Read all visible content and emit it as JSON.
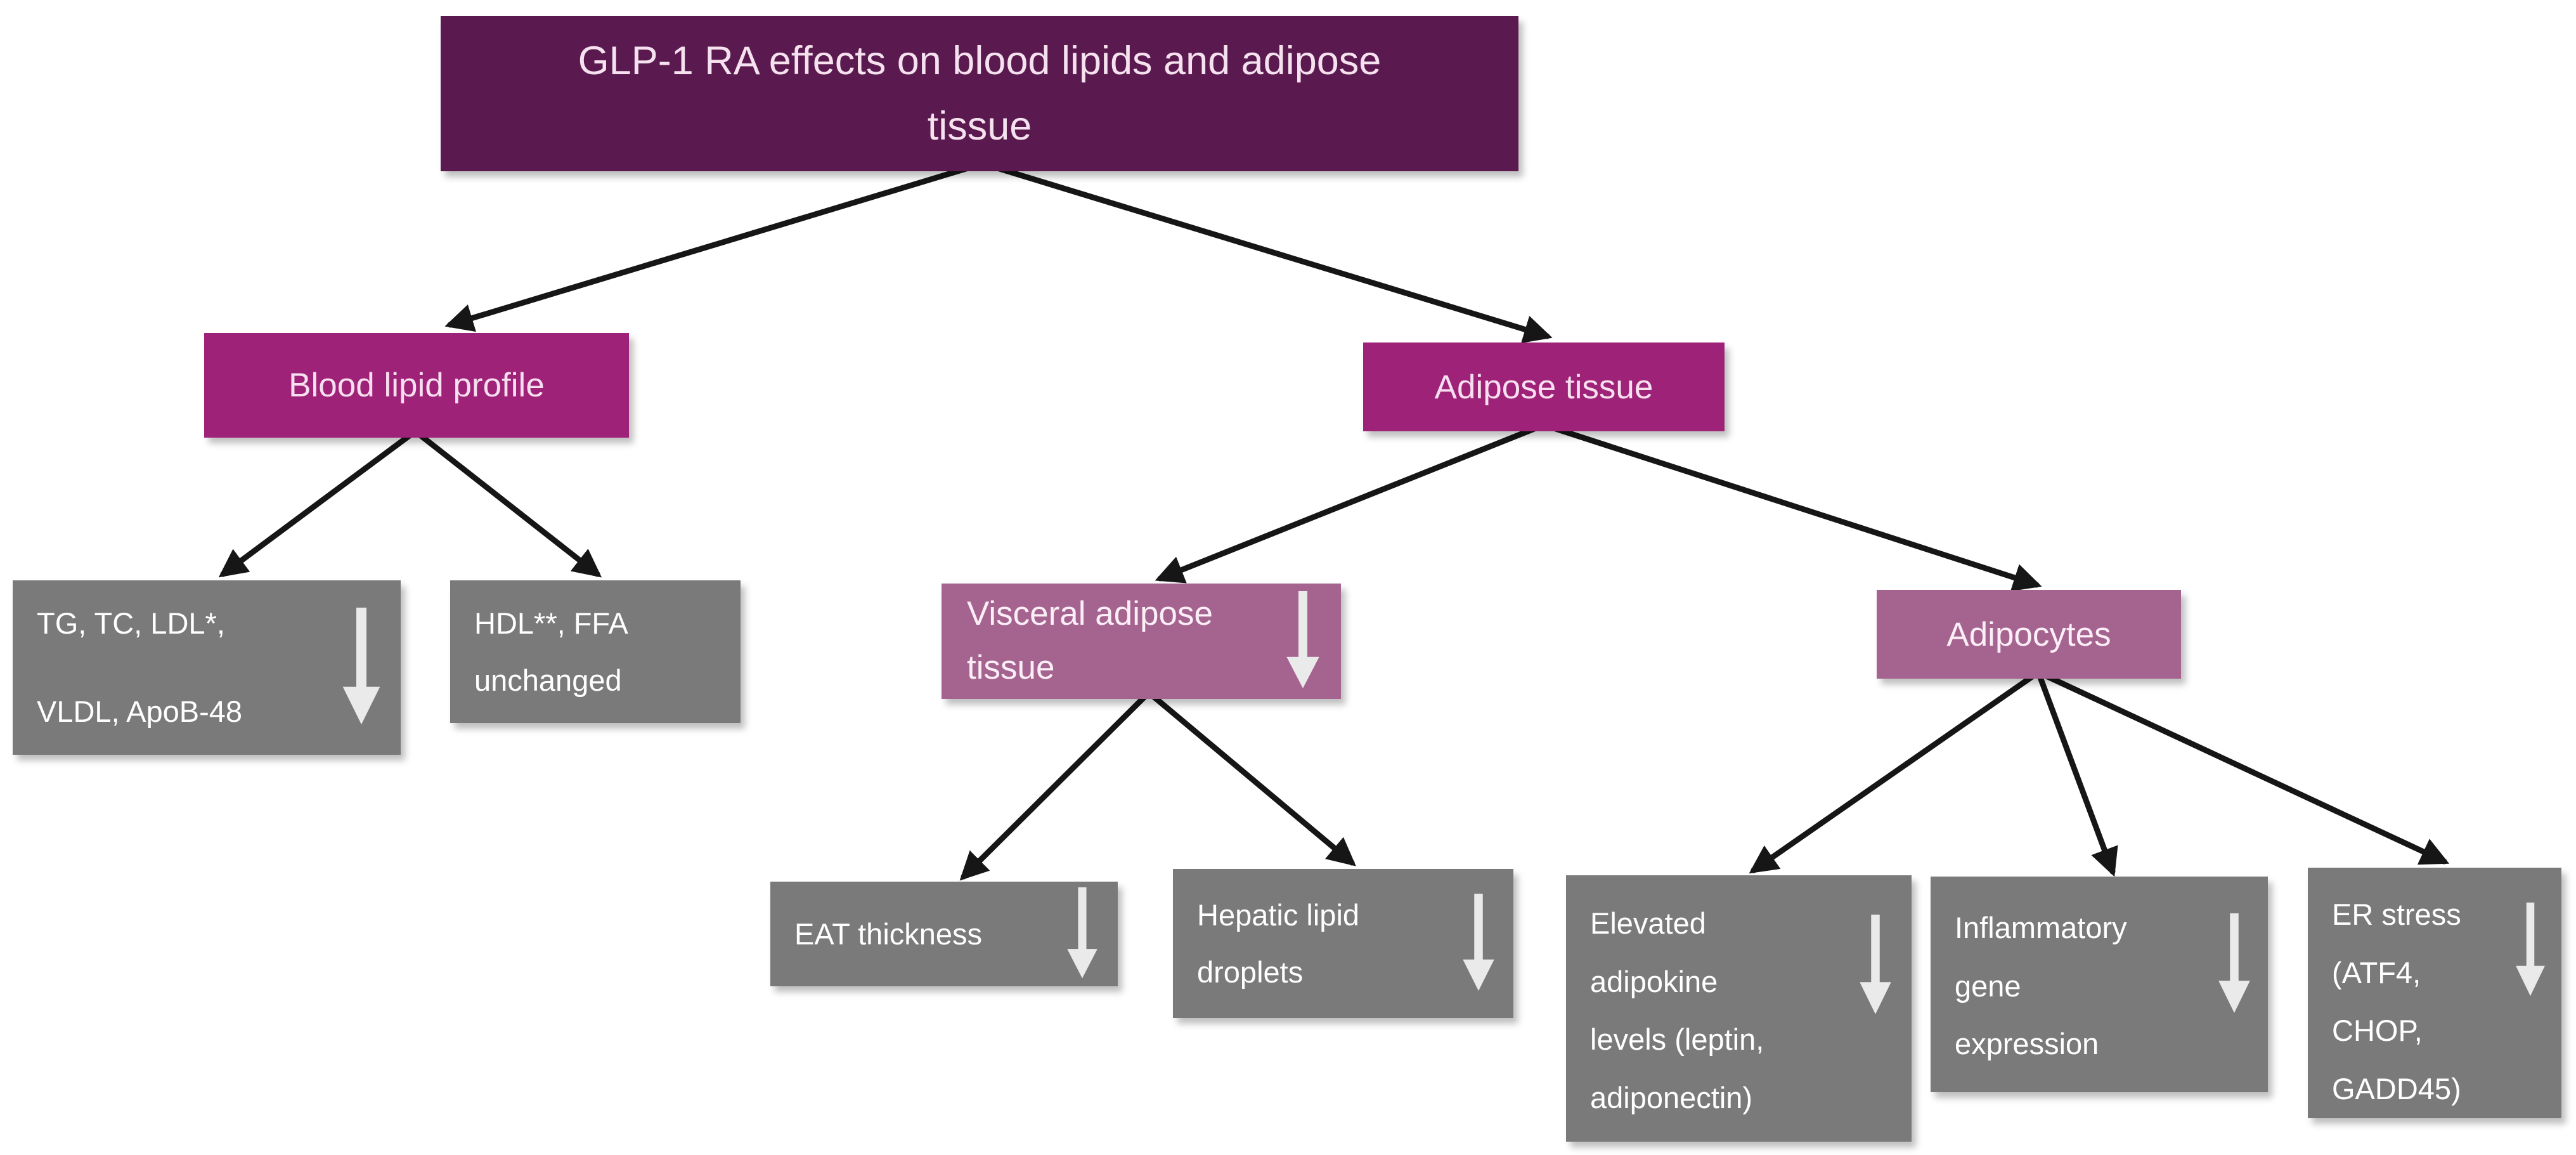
{
  "diagram": {
    "title": "GLP-1 RA effects on blood lipids and adipose tissue",
    "nodes": {
      "root": {
        "lines": [
          "GLP-1 RA effects on blood lipids and adipose",
          "tissue"
        ]
      },
      "blood_lipid_profile": {
        "label": "Blood lipid profile"
      },
      "adipose_tissue": {
        "label": "Adipose tissue"
      },
      "tg": {
        "lines": [
          "TG, TC, LDL*,",
          "VLDL, ApoB-48"
        ],
        "effect": "decreased"
      },
      "hdl": {
        "lines": [
          "HDL**, FFA",
          "unchanged"
        ]
      },
      "visceral": {
        "lines": [
          "Visceral adipose",
          "tissue"
        ],
        "effect": "decreased"
      },
      "adipocytes": {
        "label": "Adipocytes"
      },
      "eat": {
        "label": "EAT thickness",
        "effect": "decreased"
      },
      "hepatic": {
        "lines": [
          "Hepatic lipid",
          "droplets"
        ],
        "effect": "decreased"
      },
      "elevated": {
        "lines": [
          "Elevated",
          "adipokine",
          "levels (leptin,",
          "adiponectin)"
        ],
        "effect": "decreased"
      },
      "inflammatory": {
        "lines": [
          "Inflammatory",
          "gene",
          "expression"
        ],
        "effect": "decreased"
      },
      "er_stress": {
        "lines": [
          "ER stress",
          "(ATF4,",
          "CHOP,",
          "GADD45)"
        ],
        "effect": "decreased"
      }
    },
    "icons": {
      "down_arrow": "↓"
    },
    "colors": {
      "root_bg": "#5a1a50",
      "branch_bg": "#9e2277",
      "subbranch_bg": "#a5648f",
      "leaf_bg": "#7a7a7a",
      "connector": "#161616",
      "down_arrow": "#eaeaea",
      "background": "#ffffff"
    }
  }
}
